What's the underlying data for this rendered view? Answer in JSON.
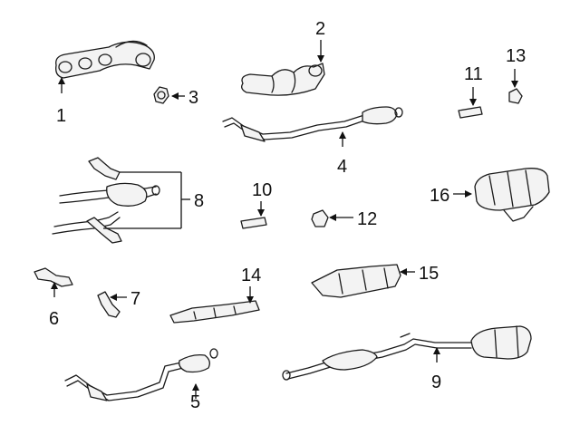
{
  "callouts": {
    "c1": "1",
    "c2": "2",
    "c3": "3",
    "c4": "4",
    "c5": "5",
    "c6": "6",
    "c7": "7",
    "c8": "8",
    "c9": "9",
    "c10": "10",
    "c11": "11",
    "c12": "12",
    "c13": "13",
    "c14": "14",
    "c15": "15",
    "c16": "16"
  },
  "colors": {
    "line": "#1a1a1a",
    "fill": "#f3f3f3",
    "shade": "#cfcfcf",
    "background": "#ffffff"
  }
}
